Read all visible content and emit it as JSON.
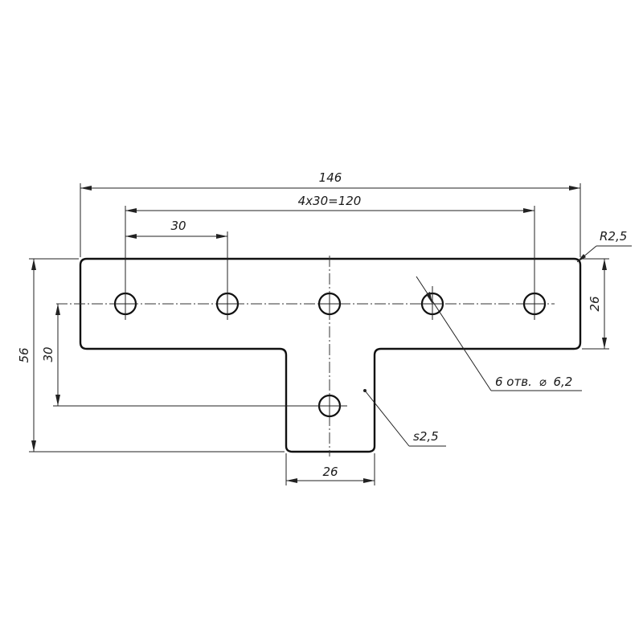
{
  "dimensions": {
    "overall_width": "146",
    "hole_span": "4x30=120",
    "hole_pitch": "30",
    "top_bar_height": "26",
    "overall_height": "56",
    "stem_hole_offset": "30",
    "stem_width": "26",
    "corner_radius": "R2,5",
    "thickness": "s2,5",
    "holes_note": "6 отв.",
    "hole_diameter_symbol": "⌀",
    "hole_diameter": "6,2"
  }
}
